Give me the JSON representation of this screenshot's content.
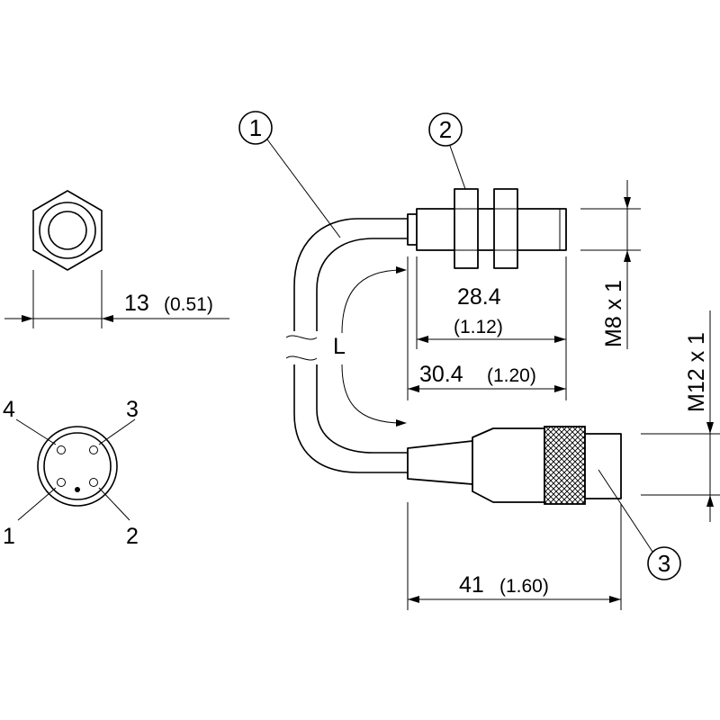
{
  "callouts": {
    "c1": "1",
    "c2": "2",
    "c3": "3"
  },
  "pins": {
    "p1": "1",
    "p2": "2",
    "p3": "3",
    "p4": "4"
  },
  "dims": {
    "nut_width_mm": "13",
    "nut_width_in": "(0.51)",
    "sensor_length_mm": "28.4",
    "sensor_length_in": "(1.12)",
    "housing_length_mm": "30.4",
    "housing_length_in": "(1.20)",
    "connector_length_mm": "41",
    "connector_length_in": "(1.60)",
    "cable_length": "L",
    "thread_sensor": "M8 x 1",
    "thread_connector": "M12 x 1"
  }
}
